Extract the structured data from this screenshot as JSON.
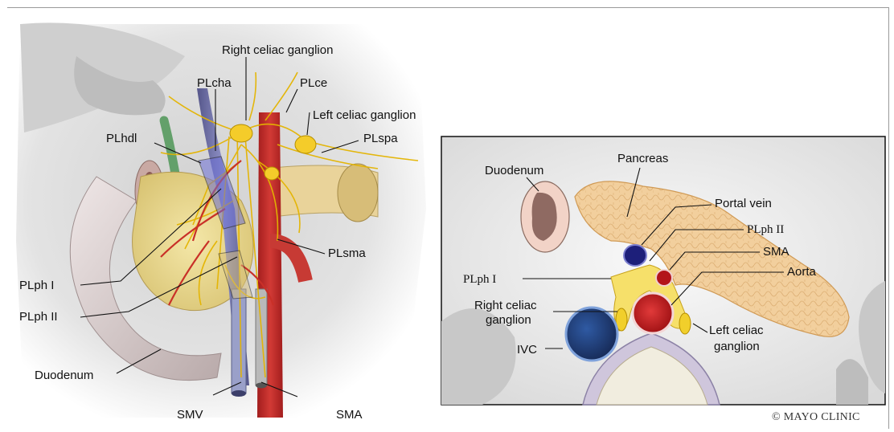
{
  "left_panel": {
    "labels": {
      "right_celiac_ganglion": "Right celiac ganglion",
      "plcha": "PLcha",
      "plce": "PLce",
      "left_celiac_ganglion": "Left celiac ganglion",
      "plhdl": "PLhdl",
      "plspa": "PLspa",
      "plsma": "PLsma",
      "plph1": "PLph I",
      "plph2": "PLph II",
      "duodenum": "Duodenum",
      "smv": "SMV",
      "sma": "SMA"
    }
  },
  "right_panel": {
    "labels": {
      "duodenum": "Duodenum",
      "pancreas": "Pancreas",
      "portal_vein": "Portal vein",
      "plph2": "PLph II",
      "sma": "SMA",
      "aorta": "Aorta",
      "plph1": "PLph I",
      "right_celiac_ganglion_line1": "Right celiac",
      "right_celiac_ganglion_line2": "ganglion",
      "ivc": "IVC",
      "left_celiac_ganglion_line1": "Left celiac",
      "left_celiac_ganglion_line2": "ganglion"
    }
  },
  "copyright": "© MAYO CLINIC"
}
